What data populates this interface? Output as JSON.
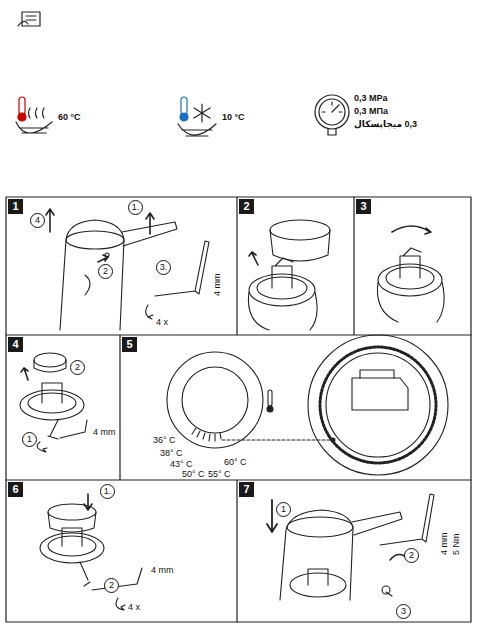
{
  "diagram": {
    "labels": [
      "60 °C",
      "10 °C",
      "0,3 MPa",
      "0,3 МПа",
      "0,3 میجاپسکال",
      "1",
      "1.",
      "2",
      "3.",
      "4",
      "4 mm",
      "4 x",
      "2",
      "3",
      "4",
      "2",
      "1",
      "4 mm",
      "5",
      "36° C",
      "38° C",
      "43° C",
      "50° C",
      "55° C",
      "60° C",
      "6",
      "1.",
      "2",
      "4 mm",
      "4 x",
      "7",
      "1",
      "2",
      "4 mm",
      "5 Nm",
      "3"
    ]
  }
}
